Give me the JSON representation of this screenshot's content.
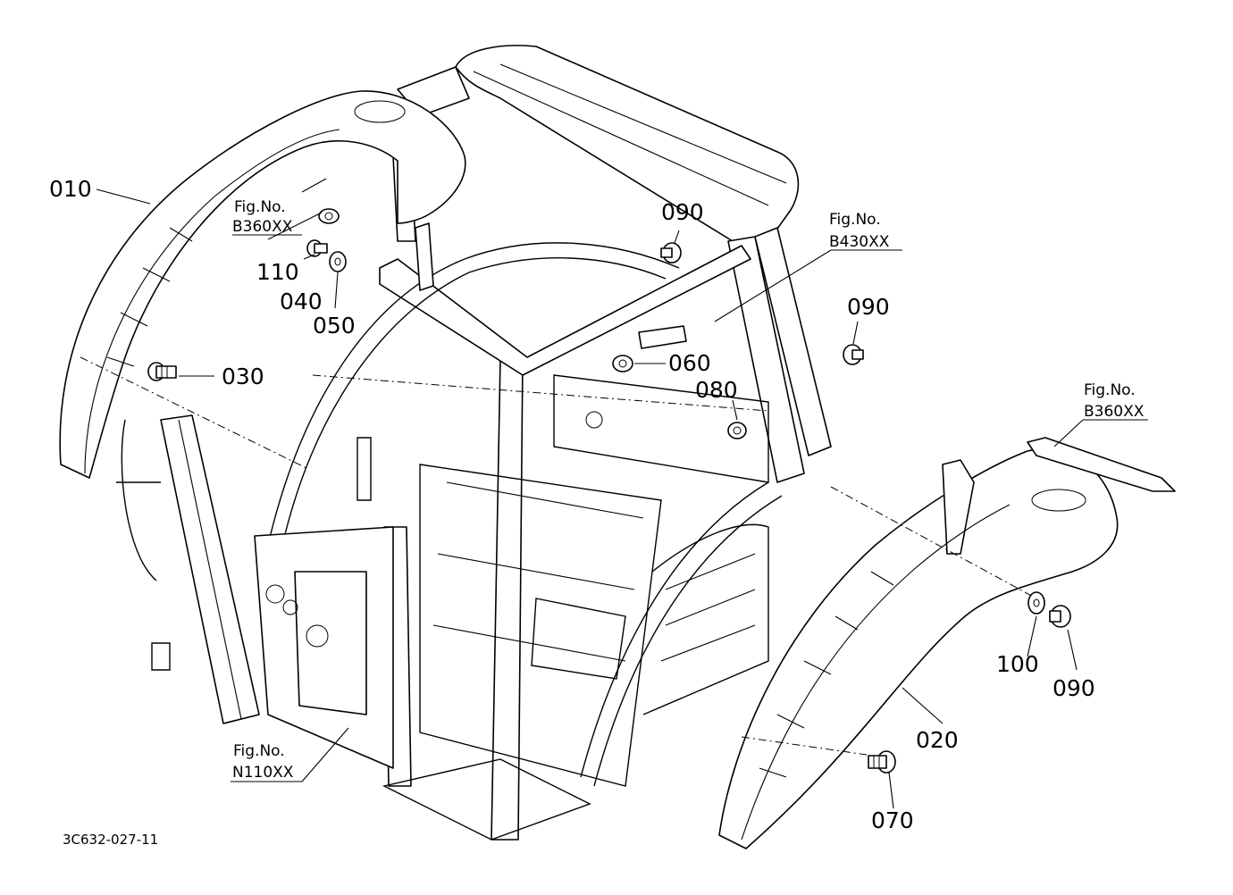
{
  "diagram": {
    "drawing_code": "3C632-027-11",
    "part_labels": [
      "010",
      "110",
      "040",
      "050",
      "030",
      "090",
      "060",
      "080",
      "020",
      "100",
      "070"
    ],
    "extra_labels": [
      "090",
      "090"
    ],
    "figure_references": [
      {
        "title": "Fig.No.",
        "code": "B360XX"
      },
      {
        "title": "Fig.No.",
        "code": "B430XX"
      },
      {
        "title": "Fig.No.",
        "code": "B360XX"
      },
      {
        "title": "Fig.No.",
        "code": "N110XX"
      }
    ]
  }
}
